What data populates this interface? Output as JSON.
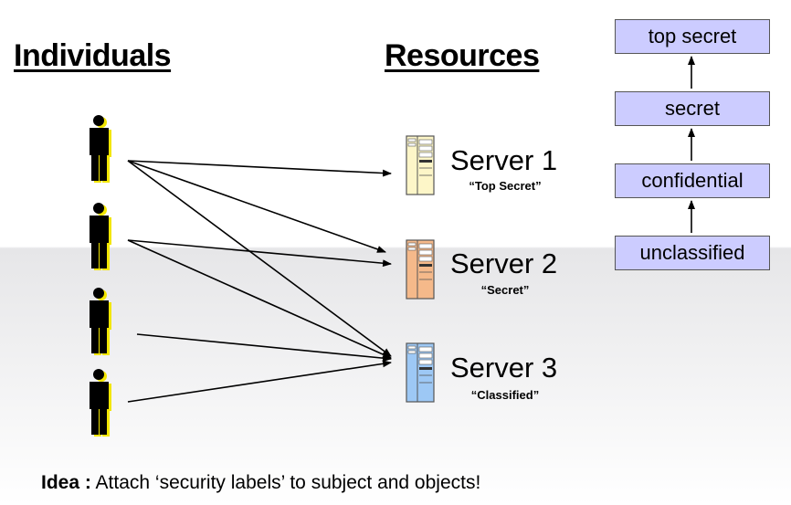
{
  "headings": {
    "individuals": "Individuals",
    "resources": "Resources"
  },
  "servers": [
    {
      "name": "Server 1",
      "label": "“Top Secret”",
      "color": "#fdf6c8"
    },
    {
      "name": "Server 2",
      "label": "“Secret”",
      "color": "#f5b98a"
    },
    {
      "name": "Server 3",
      "label": "“Classified”",
      "color": "#9dc8f5"
    }
  ],
  "levels": [
    "top secret",
    "secret",
    "confidential",
    "unclassified"
  ],
  "idea": {
    "prefix": "Idea :",
    "text": " Attach ‘security labels’ to subject and objects!"
  },
  "colors": {
    "level_fill": "#ccccff",
    "person": "#000000",
    "person_shadow": "#f2e600"
  }
}
